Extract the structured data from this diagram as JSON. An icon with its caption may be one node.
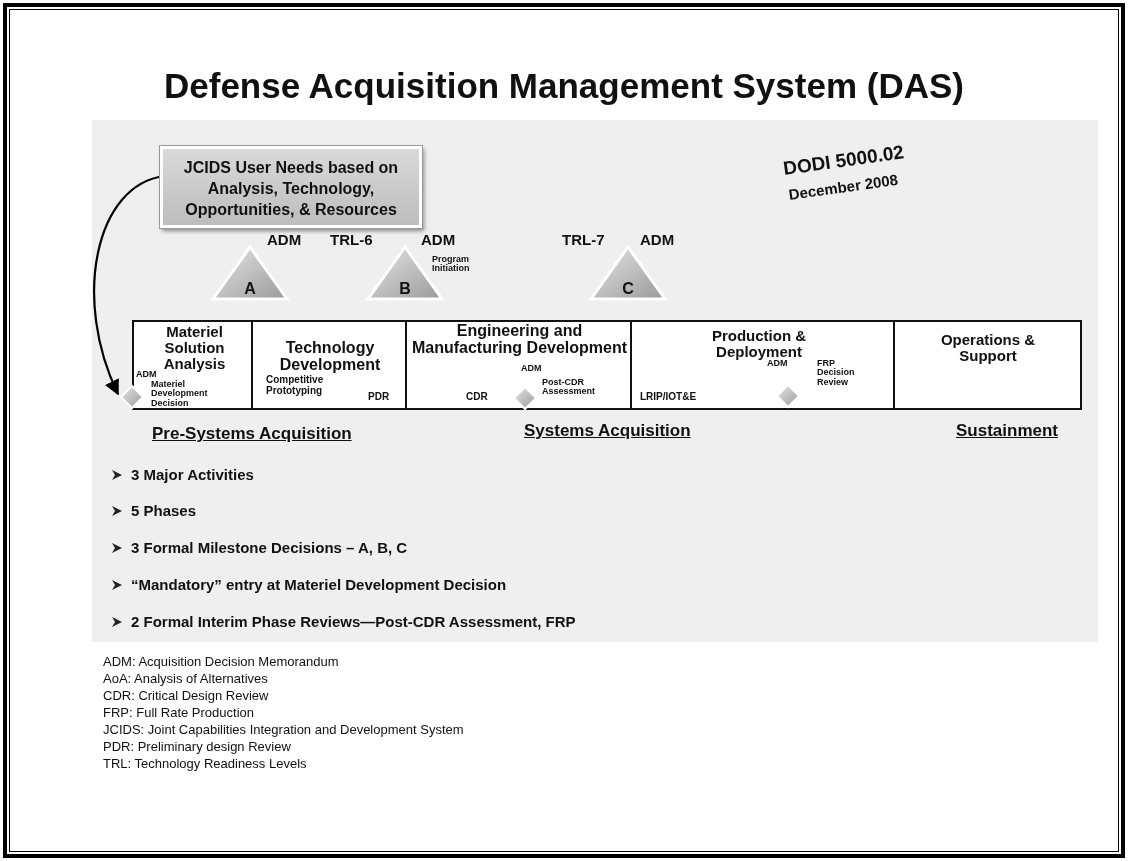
{
  "diagram": {
    "title": "Defense Acquisition Management System (DAS)",
    "nodes": [
      {
        "text": [
          "JCIDS User Needs based on Analysis, Technology, Opportunities, & Resources"
        ]
      },
      {
        "text": [
          "A"
        ],
        "beside": [
          "ADM"
        ]
      },
      {
        "text": [
          "B"
        ],
        "beside": [
          "TRL-6",
          "ADM",
          "Program Initiation"
        ]
      },
      {
        "text": [
          "C"
        ],
        "beside": [
          "TRL-7",
          "ADM"
        ]
      },
      {
        "text": [
          "Materiel Solution Analysis"
        ]
      },
      {
        "text": [],
        "shape": "diamond",
        "in": 4,
        "beside": [
          "ADM",
          "Materiel Development Decision"
        ]
      },
      {
        "text": [
          "Technology Development",
          "Competitive Prototyping",
          "PDR"
        ]
      },
      {
        "text": [
          "Engineering and Manufacturing Development",
          "CDR"
        ]
      },
      {
        "text": [],
        "shape": "diamond",
        "in": 7,
        "beside": [
          "ADM",
          "Post-CDR Assessment"
        ]
      },
      {
        "text": [
          "Production & Deployment",
          "LRIP/IOT&E"
        ]
      },
      {
        "text": [],
        "shape": "diamond",
        "in": 9,
        "beside": [
          "ADM",
          "FRP Decision Review"
        ]
      },
      {
        "text": [
          "Operations & Support"
        ]
      }
    ],
    "edges": [
      {
        "from": 0,
        "to": 5,
        "arrow": "to"
      }
    ],
    "labels": [
      "DODI 5000.02",
      "December 2008",
      "Pre-Systems Acquisition",
      "Systems Acquisition",
      "Sustainment",
      "3 Major Activities",
      "5 Phases",
      "3 Formal Milestone Decisions – A, B, C",
      "“Mandatory” entry at Materiel Development Decision",
      "2 Formal Interim Phase Reviews—Post-CDR Assessment, FRP",
      "ADM: Acquisition Decision Memorandum",
      "AoA: Analysis of Alternatives",
      "CDR: Critical Design Review",
      "FRP: Full Rate Production",
      "JCIDS: Joint Capabilities Integration and Development System",
      "PDR: Preliminary design Review",
      "TRL: Technology Readiness Levels"
    ]
  }
}
